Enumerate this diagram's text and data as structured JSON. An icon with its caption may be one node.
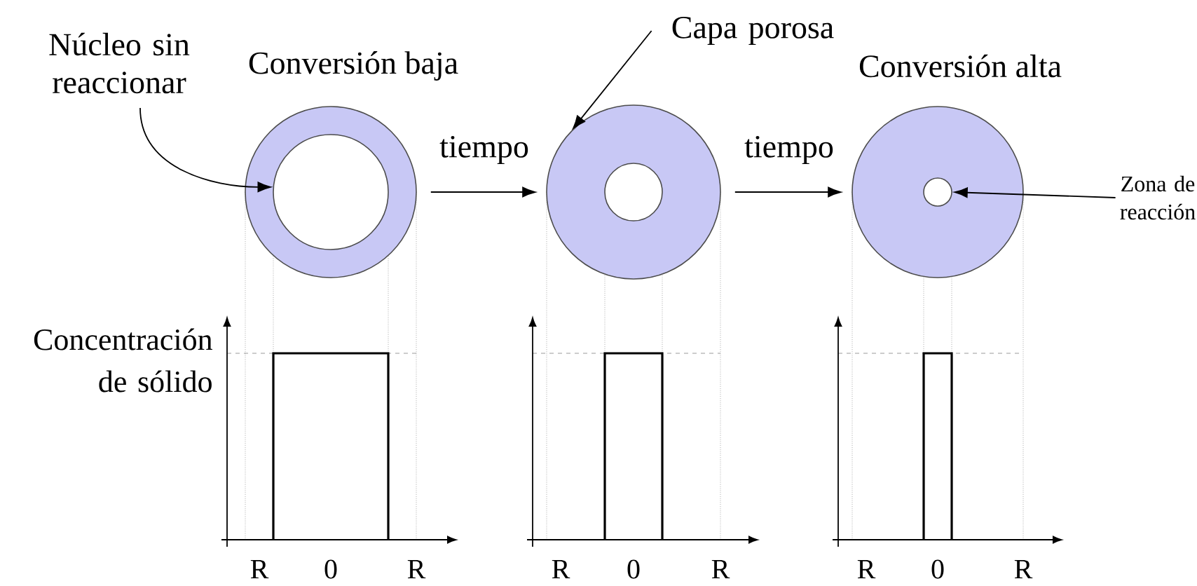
{
  "diagram": {
    "nodes": [
      {
        "text": [],
        "shape": "circle",
        "beside": [
          "Conversión baja"
        ]
      },
      {
        "text": [],
        "shape": "circle",
        "in": 0
      },
      {
        "text": [],
        "shape": "circle"
      },
      {
        "text": [],
        "shape": "circle",
        "in": 2
      },
      {
        "text": [],
        "shape": "circle",
        "beside": [
          "Conversión alta"
        ]
      },
      {
        "text": [],
        "shape": "circle",
        "in": 4
      },
      {
        "text": [
          "Núcleo sin reaccionar"
        ]
      },
      {
        "text": [
          "Capa porosa"
        ]
      },
      {
        "text": [
          "Zona de reacción"
        ]
      }
    ],
    "edges": [
      {
        "from": 0,
        "to": 2,
        "arrow": "to",
        "label": "tiempo"
      },
      {
        "from": 2,
        "to": 4,
        "arrow": "to",
        "label": "tiempo"
      },
      {
        "from": 6,
        "to": 1,
        "arrow": "to"
      },
      {
        "from": 7,
        "to": 2,
        "arrow": "to"
      },
      {
        "from": 8,
        "to": 5,
        "arrow": "to"
      }
    ],
    "labels": [
      "Concentración de sólido",
      "R",
      "0",
      "R",
      "R",
      "0",
      "R",
      "R",
      "0",
      "R"
    ]
  }
}
